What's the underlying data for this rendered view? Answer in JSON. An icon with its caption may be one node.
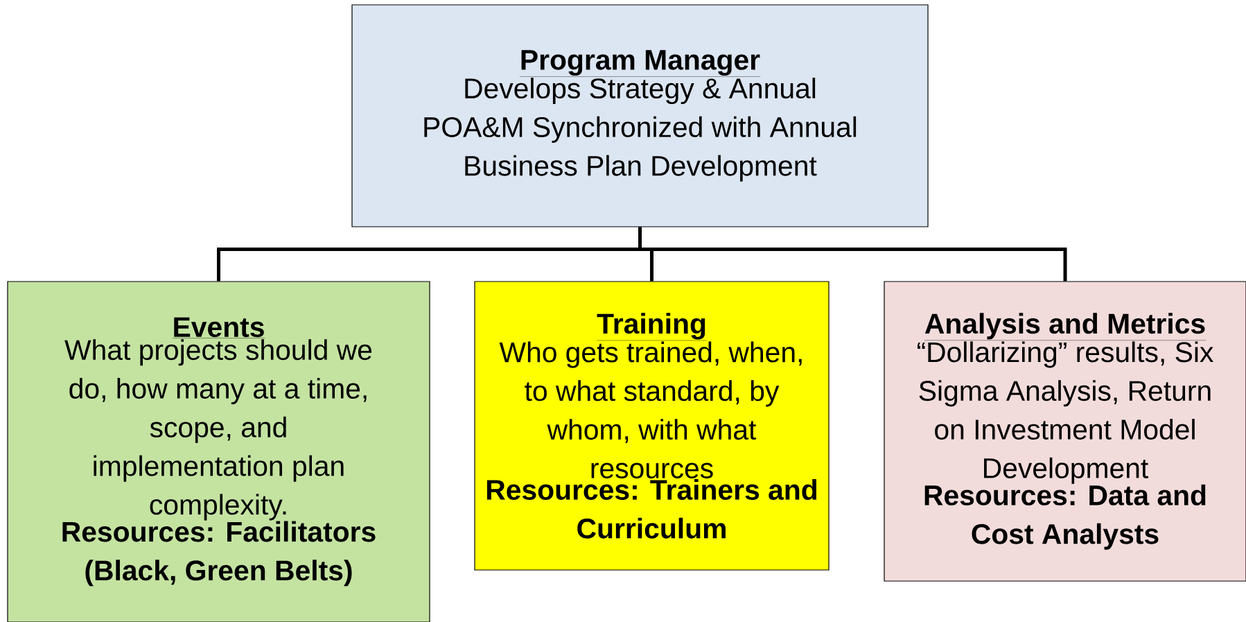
{
  "diagram": {
    "nodes": [
      {
        "text": [
          "Program Manager",
          "Develops Strategy & Annual POA&M Synchronized with Annual Business Plan Development"
        ]
      },
      {
        "text": [
          "Events",
          "What projects should we do, how many at a time, scope, and implementation plan complexity.",
          "Resources: Facilitators (Black, Green Belts)"
        ]
      },
      {
        "text": [
          "Training",
          "Who gets trained, when, to what standard, by whom, with what resources",
          "Resources: Trainers and Curriculum"
        ]
      },
      {
        "text": [
          "Analysis and Metrics",
          "“Dollarizing” results, Six Sigma Analysis, Return on Investment Model Development",
          "Resources: Data and Cost Analysts"
        ]
      }
    ],
    "edges": [
      {
        "from": 0,
        "to": 1,
        "arrow": "none"
      },
      {
        "from": 0,
        "to": 2,
        "arrow": "none"
      },
      {
        "from": 0,
        "to": 3,
        "arrow": "none"
      }
    ]
  }
}
